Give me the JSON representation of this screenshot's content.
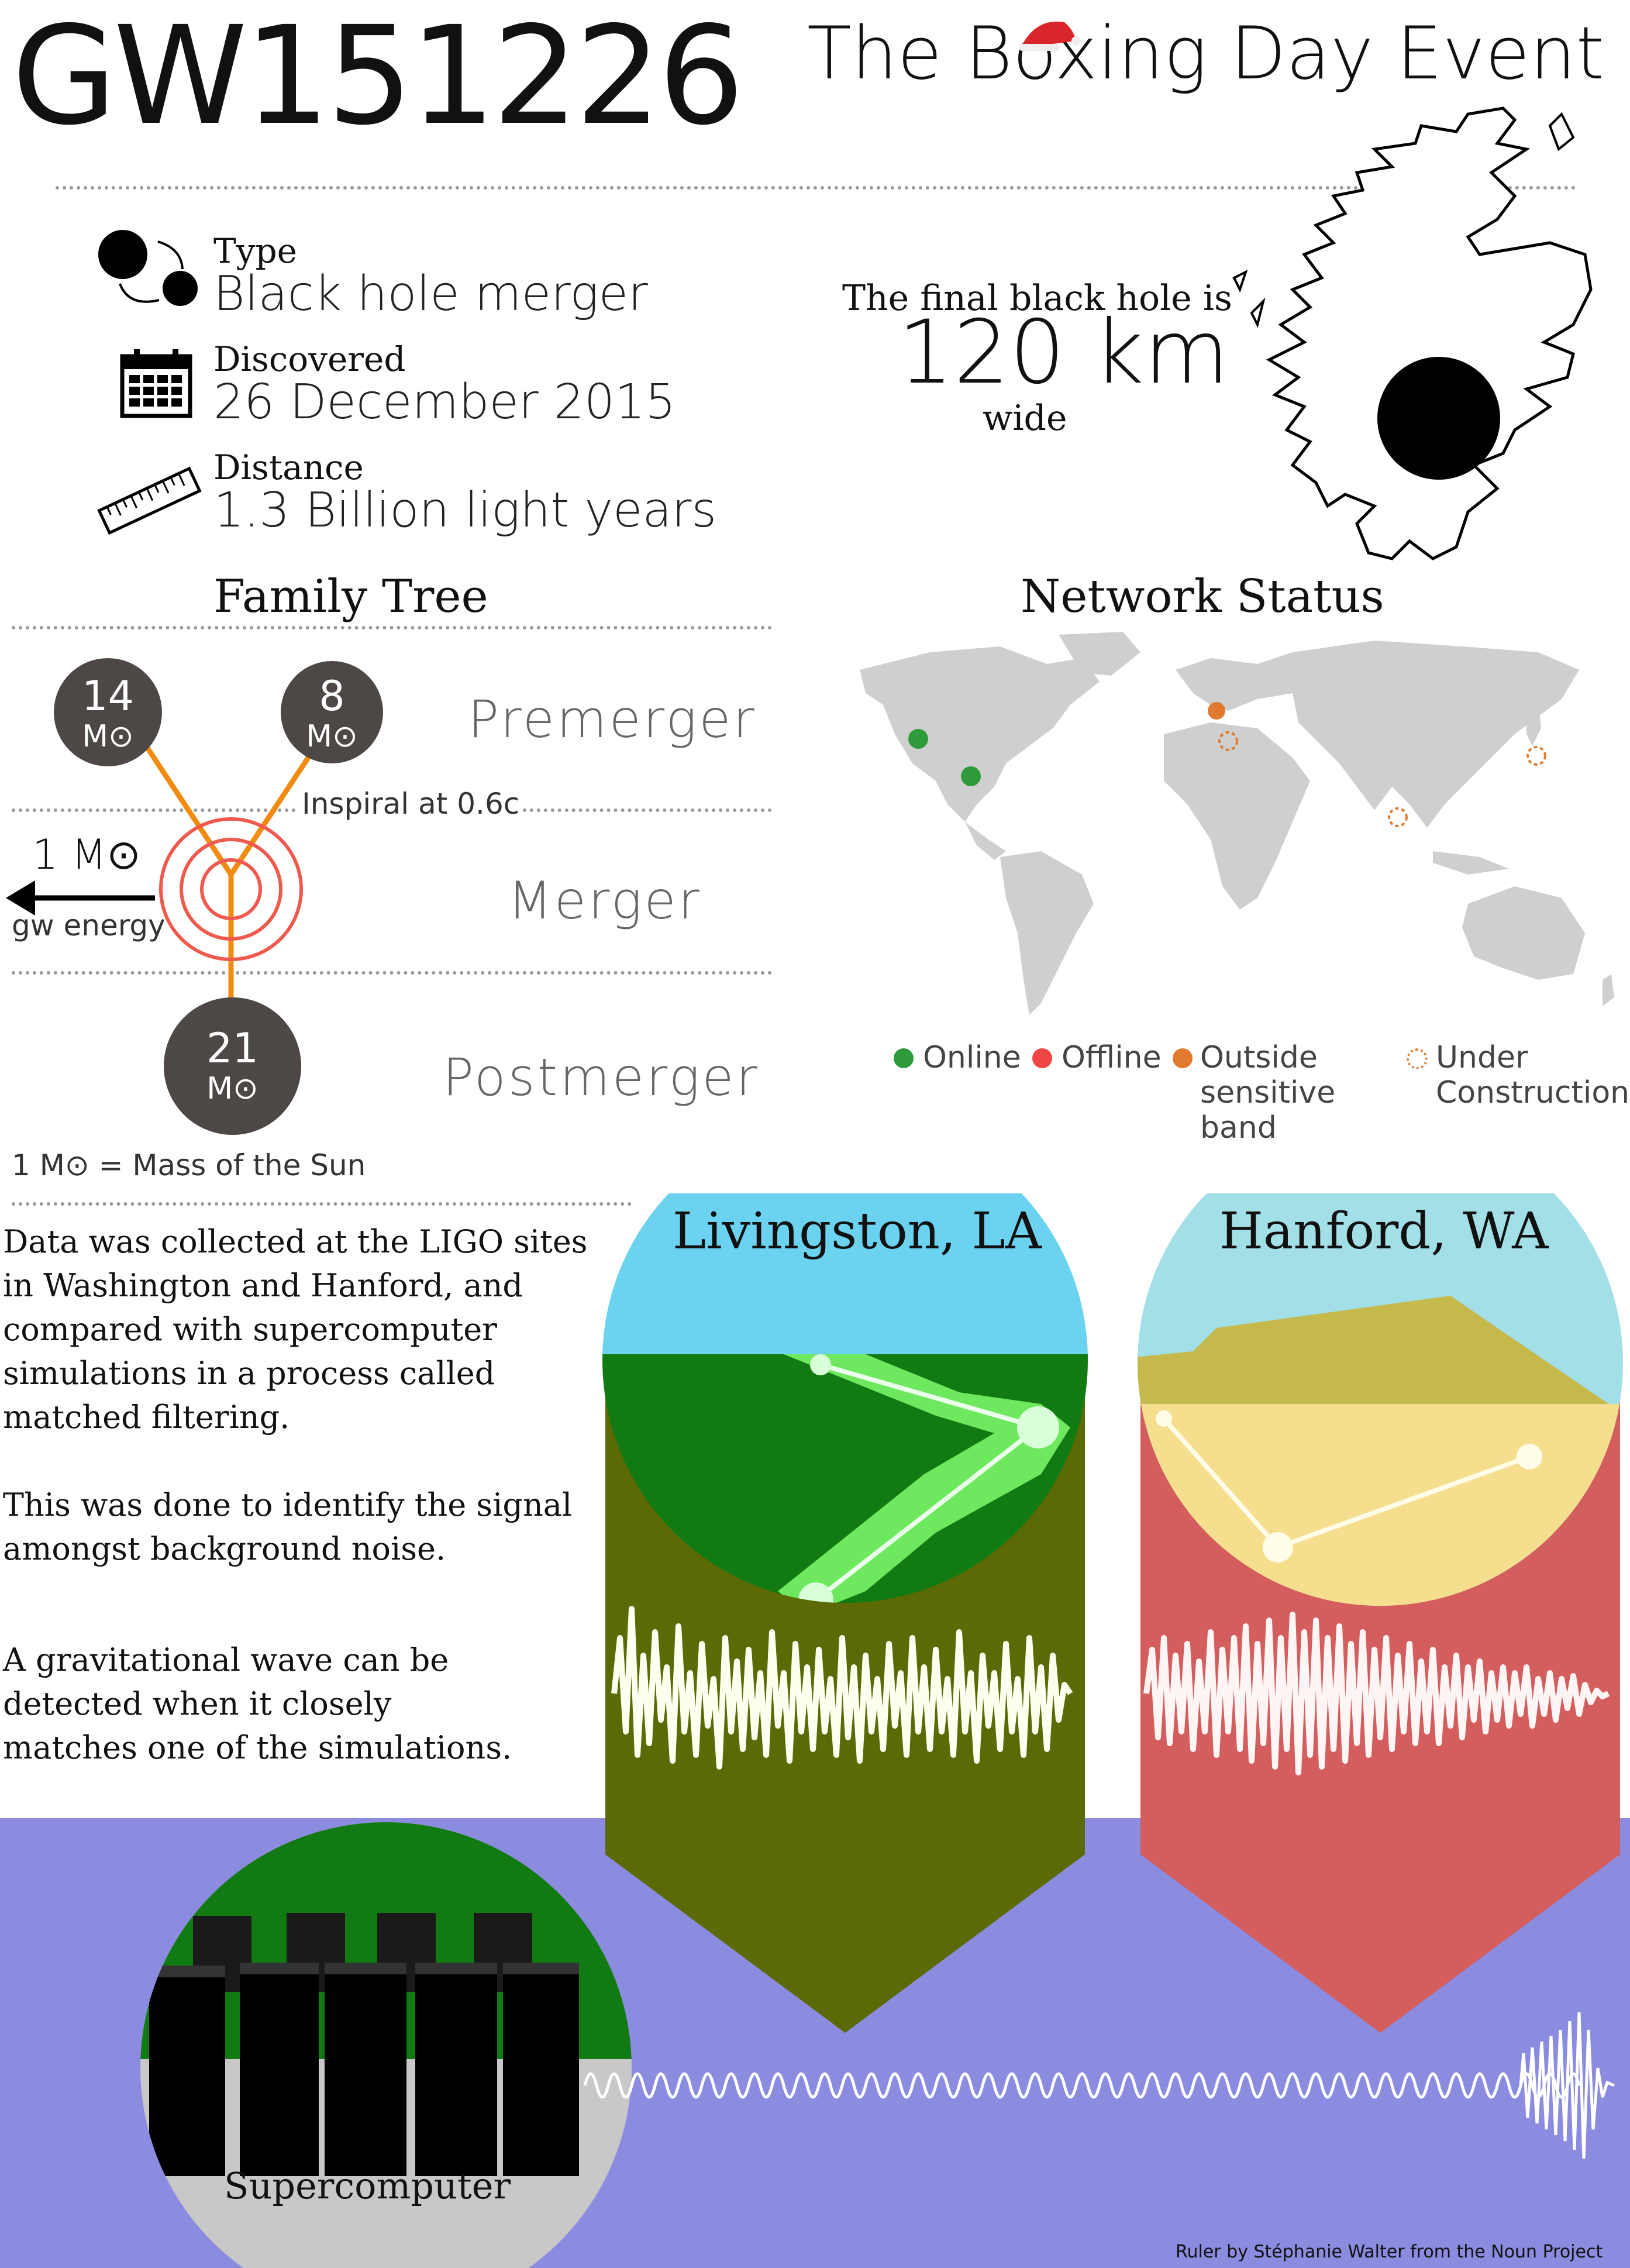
{
  "header": {
    "title": "GW151226",
    "subtitle": "The Boxing Day Event"
  },
  "facts": {
    "type_label": "Type",
    "type_value": "Black hole merger",
    "discovered_label": "Discovered",
    "discovered_value": "26 December 2015",
    "distance_label": "Distance",
    "distance_value": "1.3 Billion light years"
  },
  "size": {
    "line1": "The final black hole is",
    "value": "120 km",
    "line3": "wide"
  },
  "family_tree": {
    "title": "Family Tree",
    "bh1_mass": "14",
    "bh2_mass": "8",
    "final_mass": "21",
    "mass_unit": "M⊙",
    "inspiral": "Inspiral at 0.6c",
    "energy_value": "1 M⊙",
    "energy_label": "gw energy",
    "premerger": "Premerger",
    "merger": "Merger",
    "postmerger": "Postmerger",
    "footnote": "1 M⊙ = Mass of the Sun"
  },
  "network": {
    "title": "Network Status",
    "legend": {
      "online": "Online",
      "offline": "Offline",
      "outside": "Outside sensitive band",
      "construction": "Under Construction"
    },
    "colors": {
      "online": "#2e9a3a",
      "offline": "#f04545",
      "outside": "#e07a2e",
      "construction": "#e07a2e"
    }
  },
  "description": {
    "p1": "Data was collected at the LIGO sites in Washington and Hanford, and compared with supercomputer simulations in a process called matched filtering.",
    "p2": "This was done to identify the signal amongst background noise.",
    "p3": "A gravitational wave can be detected when it closely matches one of the simulations."
  },
  "sites": {
    "livingston": "Livingston, LA",
    "hanford": "Hanford, WA"
  },
  "supercomputer": {
    "label": "Supercomputer"
  },
  "credit": "Ruler by Stéphanie Walter from the Noun Project"
}
